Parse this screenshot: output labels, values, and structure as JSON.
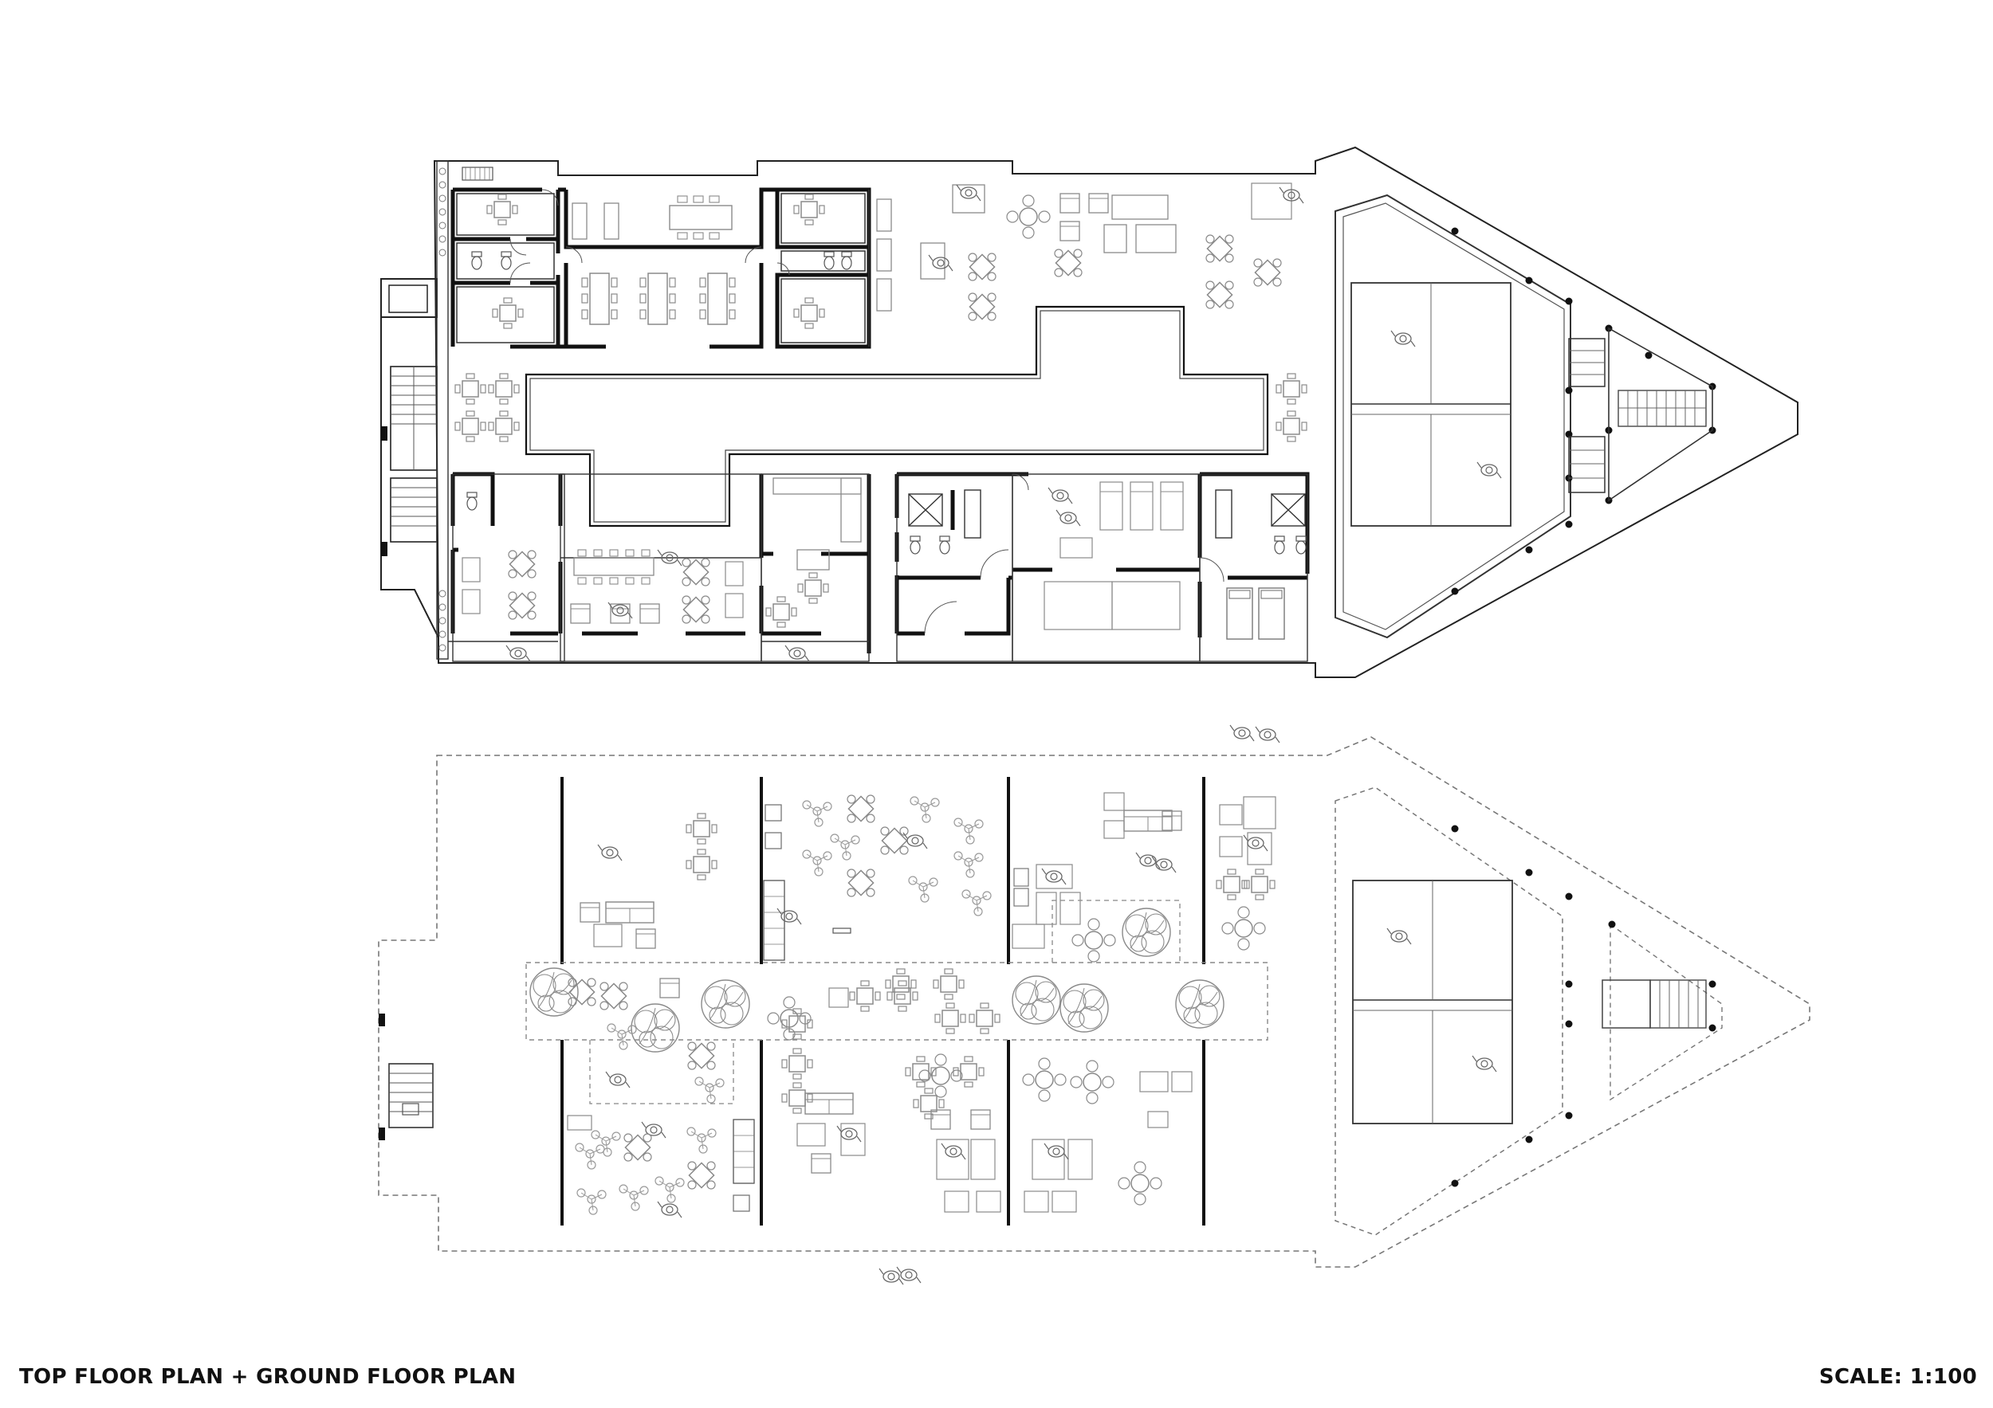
{
  "title": "TOP FLOOR PLAN + GROUND FLOOR PLAN",
  "scale": "SCALE: 1:100",
  "colors": {
    "wall": "#111111",
    "thin_line": "#333333",
    "furniture": "#8a8a8a",
    "dashed_outline": "#777777",
    "background": "#ffffff"
  },
  "plans": [
    {
      "id": "top-floor",
      "features": [
        "offices",
        "meeting rooms",
        "kitchen",
        "restrooms",
        "staircases",
        "central void",
        "terrace",
        "sports court"
      ]
    },
    {
      "id": "ground-floor",
      "features": [
        "open units",
        "tables",
        "trees",
        "staircase",
        "sports court",
        "pedestrians"
      ]
    }
  ]
}
